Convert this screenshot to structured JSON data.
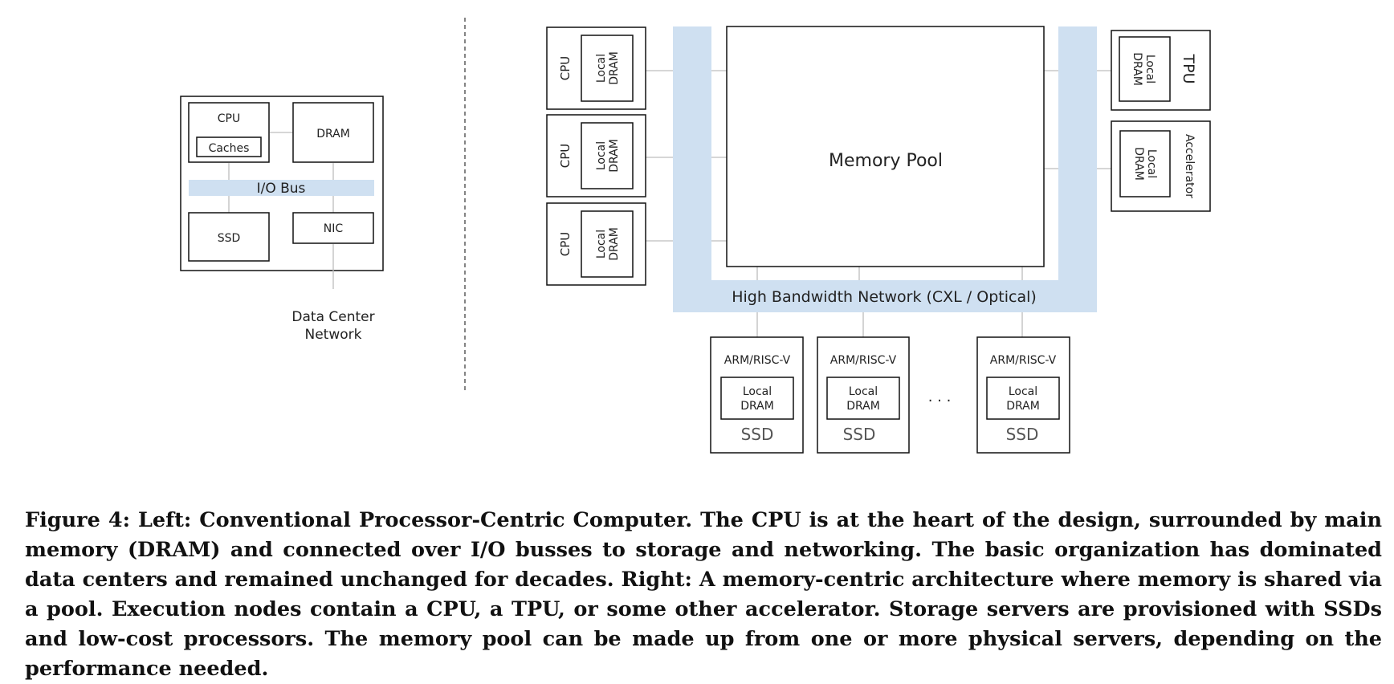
{
  "left_diagram": {
    "cpu_label": "CPU",
    "caches_label": "Caches",
    "dram_label": "DRAM",
    "io_bus_label": "I/O Bus",
    "ssd_label": "SSD",
    "nic_label": "NIC",
    "dc_network_line1": "Data Center",
    "dc_network_line2": "Network"
  },
  "right_diagram": {
    "cpu_nodes": [
      {
        "cpu": "CPU",
        "dram_line1": "Local",
        "dram_line2": "DRAM"
      },
      {
        "cpu": "CPU",
        "dram_line1": "Local",
        "dram_line2": "DRAM"
      },
      {
        "cpu": "CPU",
        "dram_line1": "Local",
        "dram_line2": "DRAM"
      }
    ],
    "memory_pool_label": "Memory Pool",
    "tpu_node": {
      "label": "TPU",
      "dram_line1": "Local",
      "dram_line2": "DRAM"
    },
    "accelerator_node": {
      "label": "Accelerator",
      "dram_line1": "Local",
      "dram_line2": "DRAM"
    },
    "network_label": "High Bandwidth Network (CXL / Optical)",
    "storage_nodes": [
      {
        "proc": "ARM/RISC-V",
        "dram_line1": "Local",
        "dram_line2": "DRAM",
        "ssd": "SSD"
      },
      {
        "proc": "ARM/RISC-V",
        "dram_line1": "Local",
        "dram_line2": "DRAM",
        "ssd": "SSD"
      },
      {
        "proc": "ARM/RISC-V",
        "dram_line1": "Local",
        "dram_line2": "DRAM",
        "ssd": "SSD"
      }
    ],
    "ellipsis": ". . ."
  },
  "caption": "Figure 4: Left: Conventional Processor-Centric Computer. The CPU is at the heart of the design, surrounded by main memory (DRAM) and connected over I/O busses to storage and networking. The basic organization has dominated data centers and remained unchanged for decades. Right: A memory-centric architecture where memory is shared via a pool. Execution nodes contain a CPU, a TPU, or some other accelerator. Storage servers are provisioned with SSDs and low-cost processors. The memory pool can be made up from one or more physical servers, depending on the performance needed.",
  "colors": {
    "bus_fill": "#cfe0f1",
    "line": "#111111",
    "connector": "#bdbdbd"
  }
}
